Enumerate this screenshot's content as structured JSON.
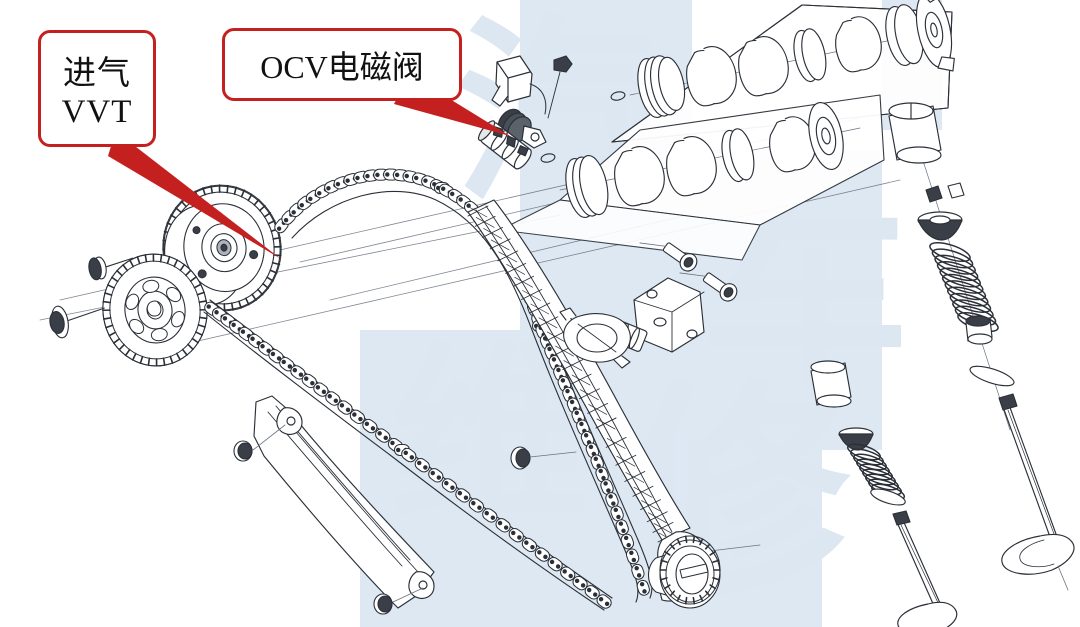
{
  "diagram": {
    "title": "Engine Timing Chain / VVT Valvetrain Exploded View",
    "background_color": "#ffffff",
    "annotation_color": "#c52020",
    "line_color": "#2b3038",
    "watermark_color": "#dce7f2"
  },
  "callouts": [
    {
      "id": "intake-vvt",
      "line1": "进气",
      "line2": "VVT",
      "full_text": "进气VVT",
      "points_to": "intake-vvt-sprocket"
    },
    {
      "id": "ocv-solenoid",
      "label": "OCV电磁阀",
      "points_to": "ocv-solenoid-valve"
    }
  ],
  "watermark": {
    "chars": [
      "汽",
      "车",
      "维",
      "修"
    ],
    "color": "#dce7f2"
  },
  "parts": [
    {
      "id": "intake-vvt-sprocket",
      "name": "Intake VVT sprocket / cam phaser"
    },
    {
      "id": "exhaust-cam-sprocket",
      "name": "Exhaust camshaft sprocket"
    },
    {
      "id": "ocv-solenoid-valve",
      "name": "OCV oil control solenoid valve"
    },
    {
      "id": "camshaft-intake",
      "name": "Intake camshaft"
    },
    {
      "id": "camshaft-exhaust",
      "name": "Exhaust camshaft"
    },
    {
      "id": "camshaft-bearing-caps",
      "name": "Camshaft bearing cap carriers"
    },
    {
      "id": "timing-chain",
      "name": "Timing chain"
    },
    {
      "id": "chain-tensioner-arm",
      "name": "Chain tensioner arm / slipper rail"
    },
    {
      "id": "chain-guide-rail",
      "name": "Chain guide rail"
    },
    {
      "id": "chain-tensioner",
      "name": "Hydraulic chain tensioner"
    },
    {
      "id": "tensioner-gasket",
      "name": "Tensioner gasket"
    },
    {
      "id": "tensioner-bolts",
      "name": "Tensioner mounting bolts"
    },
    {
      "id": "crank-sprocket",
      "name": "Crankshaft timing sprocket"
    },
    {
      "id": "valve-lifter",
      "name": "Valve lifter / bucket tappet"
    },
    {
      "id": "valve-keepers",
      "name": "Valve keepers / collets"
    },
    {
      "id": "spring-retainer",
      "name": "Valve spring retainer"
    },
    {
      "id": "valve-spring",
      "name": "Valve spring"
    },
    {
      "id": "valve-stem-seal",
      "name": "Valve stem seal"
    },
    {
      "id": "valve-intake",
      "name": "Intake valve"
    },
    {
      "id": "valve-exhaust",
      "name": "Exhaust valve"
    },
    {
      "id": "guide-rail-bolts",
      "name": "Guide rail bolts"
    }
  ]
}
